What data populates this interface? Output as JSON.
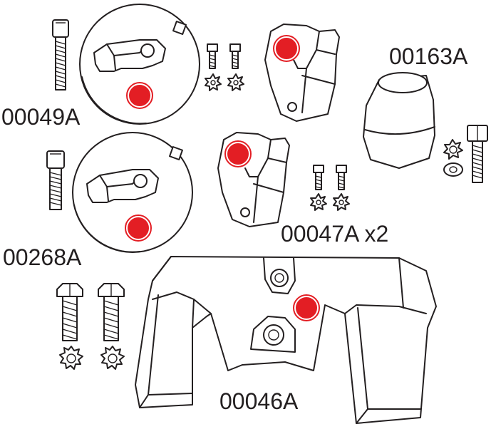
{
  "labels": {
    "a49": "00049A",
    "a268": "00268A",
    "a163": "00163A",
    "a47": "00047A x2",
    "a46": "00046A"
  },
  "colors": {
    "line": "#231f20",
    "marker_fill": "#e31e24",
    "marker_ring": "#e31e24",
    "background": "#ffffff"
  }
}
